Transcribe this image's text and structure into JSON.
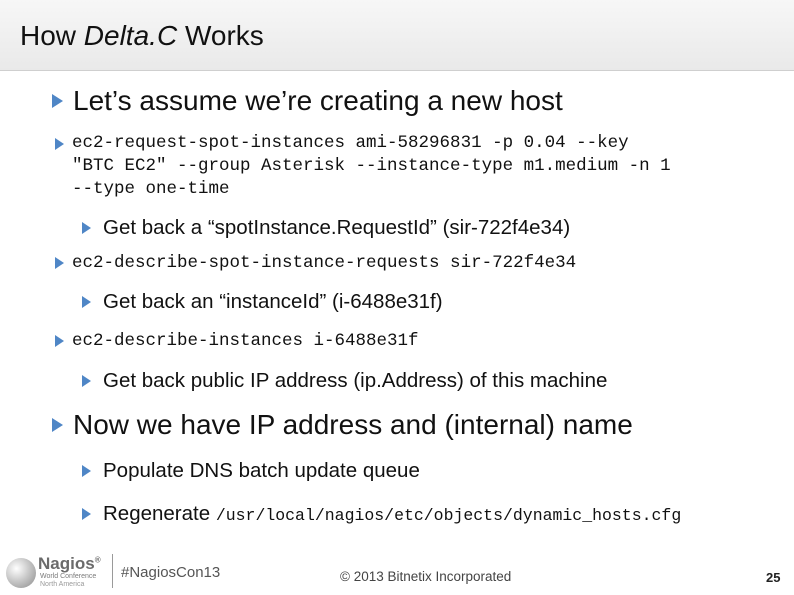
{
  "title": {
    "prefix": "How ",
    "italic": "Delta.C",
    "suffix": " Works"
  },
  "content": {
    "b1": "Let’s assume we’re creating a new host",
    "cmd1_lines": [
      "ec2-request-spot-instances ami-58296831 -p 0.04 --key",
      "\"BTC EC2\" --group Asterisk --instance-type m1.medium -n 1",
      "--type one-time"
    ],
    "s1": "Get back a “spotInstance.RequestId” (sir-722f4e34)",
    "cmd2": "ec2-describe-spot-instance-requests sir-722f4e34",
    "s2": "Get back an “instanceId” (i-6488e31f)",
    "cmd3": "ec2-describe-instances i-6488e31f",
    "s3": "Get back public IP address (ip.Address) of this machine",
    "b2": "Now we have IP address and (internal) name",
    "s4": "Populate DNS batch update queue",
    "s5_text": "Regenerate ",
    "s5_code": "/usr/local/nagios/etc/objects/dynamic_hosts.cfg"
  },
  "footer": {
    "logo_word": "Nagios",
    "logo_reg": "®",
    "logo_sub": "World Conference",
    "logo_sub2": "North America",
    "hashtag": "#NagiosCon13",
    "copyright": "© 2013 Bitnetix Incorporated",
    "page": "25"
  },
  "colors": {
    "bullet": "#4f86c6",
    "title_bar": "#ececec"
  }
}
